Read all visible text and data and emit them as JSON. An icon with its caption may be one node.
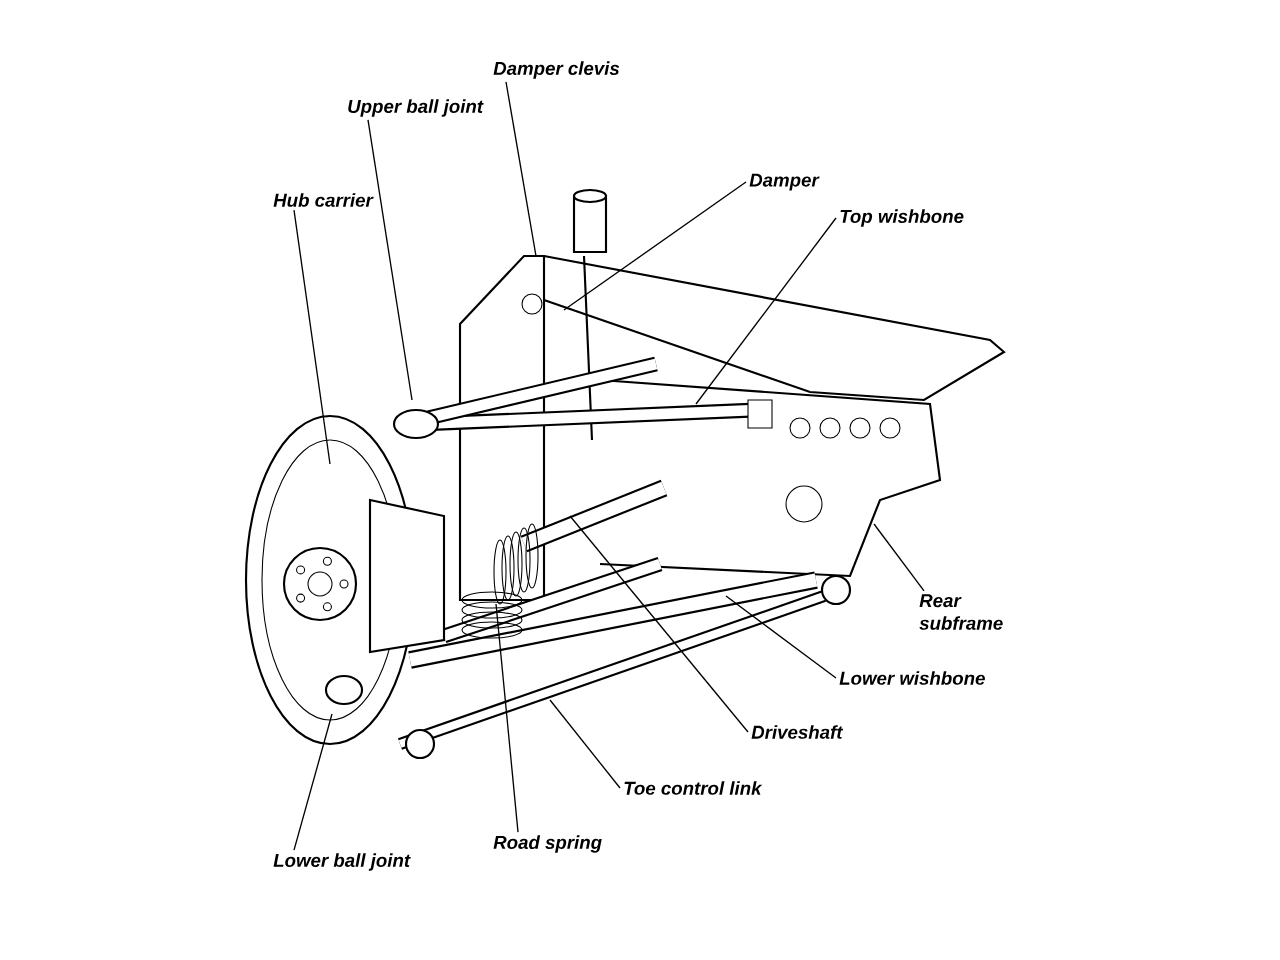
{
  "diagram": {
    "nodes": [
      {
        "text": [
          "Damper clevis"
        ]
      },
      {
        "text": [
          "Upper ball joint"
        ]
      },
      {
        "text": [
          "Hub carrier"
        ]
      },
      {
        "text": [
          "Damper"
        ]
      },
      {
        "text": [
          "Top wishbone"
        ]
      },
      {
        "text": [
          "Rear subframe"
        ]
      },
      {
        "text": [
          "Lower wishbone"
        ]
      },
      {
        "text": [
          "Driveshaft"
        ]
      },
      {
        "text": [
          "Toe control link"
        ]
      },
      {
        "text": [
          "Road spring"
        ]
      },
      {
        "text": [
          "Lower ball joint"
        ]
      }
    ],
    "edges": [
      {
        "from": 0,
        "to": null,
        "arrow": "none"
      },
      {
        "from": 1,
        "to": null,
        "arrow": "none"
      },
      {
        "from": 2,
        "to": null,
        "arrow": "none"
      },
      {
        "from": 3,
        "to": null,
        "arrow": "none"
      },
      {
        "from": 4,
        "to": null,
        "arrow": "none"
      },
      {
        "from": 5,
        "to": null,
        "arrow": "none"
      },
      {
        "from": 6,
        "to": null,
        "arrow": "none"
      },
      {
        "from": 7,
        "to": null,
        "arrow": "none"
      },
      {
        "from": 8,
        "to": null,
        "arrow": "none"
      },
      {
        "from": 9,
        "to": null,
        "arrow": "none"
      },
      {
        "from": 10,
        "to": null,
        "arrow": "none"
      }
    ]
  }
}
